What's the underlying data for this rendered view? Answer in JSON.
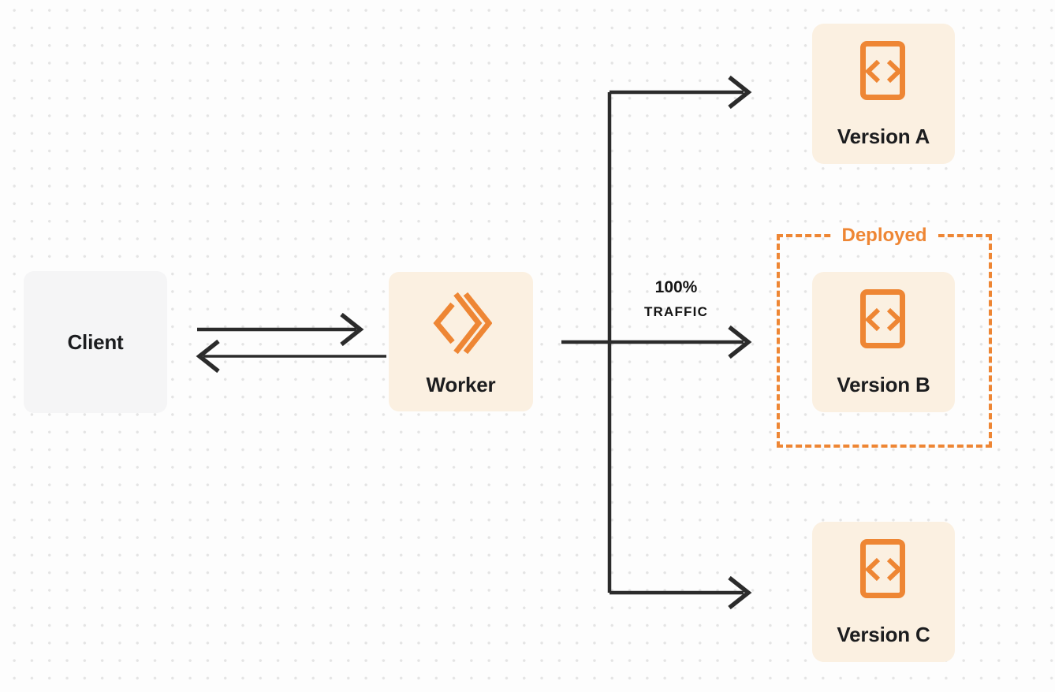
{
  "title": "Worker traffic routing diagram",
  "colors": {
    "accent_orange": "#EE8634",
    "arrow": "#2B2B2B",
    "node_cream_bg": "#FBF0E1",
    "client_gray_bg": "#F5F5F6",
    "page_bg": "#FDFDFD",
    "grid_dot": "#E4E4E4",
    "label_text": "#1C1D1F"
  },
  "nodes": {
    "client": {
      "label": "Client"
    },
    "worker": {
      "label": "Worker",
      "icon": "worker-chevrons-icon"
    },
    "version_a": {
      "label": "Version A",
      "icon": "code-file-icon"
    },
    "version_b": {
      "label": "Version B",
      "icon": "code-file-icon"
    },
    "version_c": {
      "label": "Version C",
      "icon": "code-file-icon"
    }
  },
  "annotations": {
    "deployed_label": "Deployed",
    "traffic_percent": "100%",
    "traffic_word": "TRAFFIC"
  }
}
